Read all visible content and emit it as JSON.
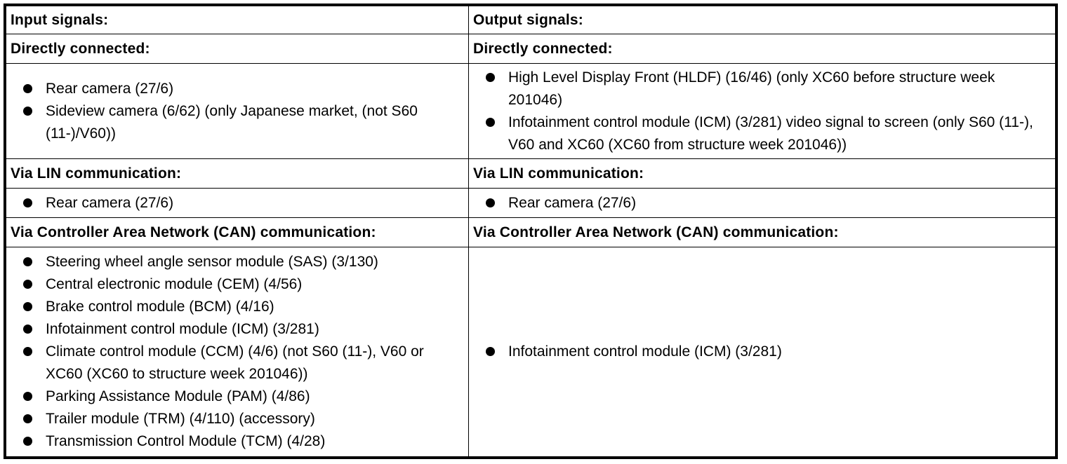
{
  "input": {
    "heading": "Input signals:",
    "direct": {
      "heading": "Directly connected:",
      "items": [
        "Rear camera (27/6)",
        "Sideview camera (6/62) (only Japanese market, (not S60 (11-)/V60))"
      ]
    },
    "lin": {
      "heading": "Via LIN communication:",
      "items": [
        "Rear camera (27/6)"
      ]
    },
    "can": {
      "heading": "Via Controller Area Network (CAN) communication:",
      "items": [
        "Steering wheel angle sensor module (SAS) (3/130)",
        "Central electronic module (CEM) (4/56)",
        "Brake control module (BCM) (4/16)",
        "Infotainment control module (ICM) (3/281)",
        "Climate control module (CCM) (4/6) (not S60 (11-), V60 or XC60 (XC60 to structure week 201046))",
        "Parking Assistance Module (PAM) (4/86)",
        "Trailer module (TRM) (4/110) (accessory)",
        "Transmission Control Module (TCM) (4/28)"
      ]
    }
  },
  "output": {
    "heading": "Output signals:",
    "direct": {
      "heading": "Directly connected:",
      "items": [
        "High Level Display Front (HLDF) (16/46) (only XC60 before structure week 201046)",
        "Infotainment control module (ICM) (3/281) video signal to screen (only S60 (11-), V60 and XC60 (XC60 from structure week 201046))"
      ]
    },
    "lin": {
      "heading": "Via LIN communication:",
      "items": [
        "Rear camera (27/6)"
      ]
    },
    "can": {
      "heading": "Via Controller Area Network (CAN) communication:",
      "items": [
        "Infotainment control module (ICM) (3/281)"
      ]
    }
  }
}
